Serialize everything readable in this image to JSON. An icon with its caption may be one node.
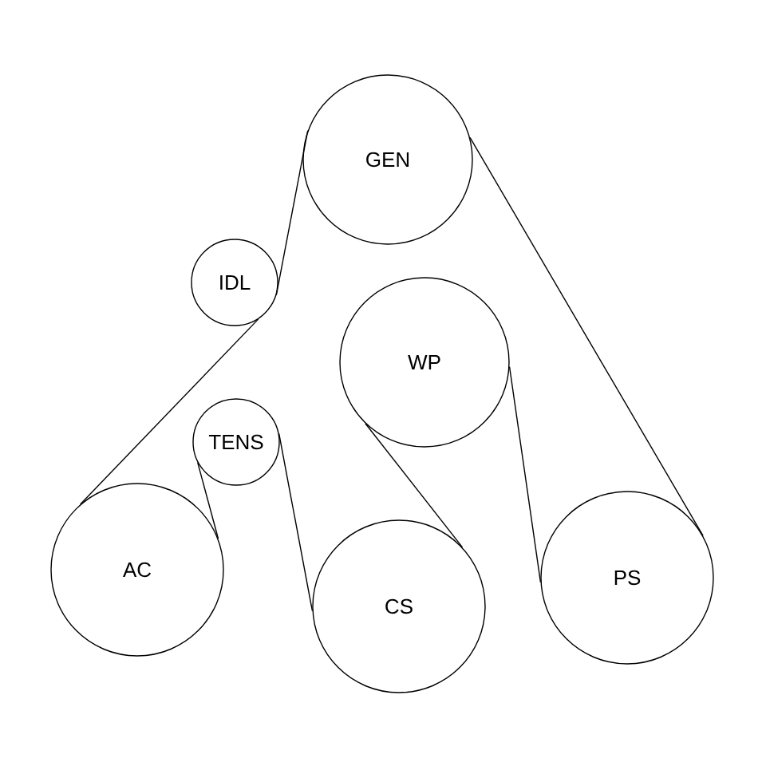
{
  "diagram": {
    "nodes": [
      {
        "text": [
          "GEN"
        ]
      },
      {
        "text": [
          "IDL"
        ]
      },
      {
        "text": [
          "WP"
        ]
      },
      {
        "text": [
          "TENS"
        ]
      },
      {
        "text": [
          "AC"
        ]
      },
      {
        "text": [
          "CS"
        ]
      },
      {
        "text": [
          "PS"
        ]
      }
    ],
    "edges": [
      {
        "from": 0,
        "to": 1,
        "arrow": "none"
      },
      {
        "from": 1,
        "to": 4,
        "arrow": "none"
      },
      {
        "from": 4,
        "to": 3,
        "arrow": "none"
      },
      {
        "from": 3,
        "to": 5,
        "arrow": "none"
      },
      {
        "from": 5,
        "to": 2,
        "arrow": "none"
      },
      {
        "from": 2,
        "to": 6,
        "arrow": "none"
      },
      {
        "from": 6,
        "to": 0,
        "arrow": "none"
      }
    ]
  }
}
